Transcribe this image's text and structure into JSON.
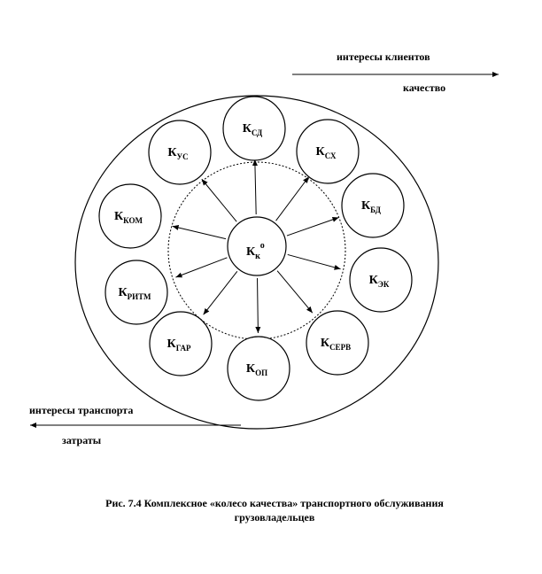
{
  "diagram": {
    "center": {
      "main": "К",
      "sub": "к",
      "sup": "о"
    },
    "nodes": [
      {
        "id": "sd",
        "main": "К",
        "sub": "СД"
      },
      {
        "id": "sx",
        "main": "К",
        "sub": "СХ"
      },
      {
        "id": "bd",
        "main": "К",
        "sub": "БД"
      },
      {
        "id": "ek",
        "main": "К",
        "sub": "ЭК"
      },
      {
        "id": "serv",
        "main": "К",
        "sub": "СЕРВ"
      },
      {
        "id": "op",
        "main": "К",
        "sub": "ОП"
      },
      {
        "id": "gar",
        "main": "К",
        "sub": "ГАР"
      },
      {
        "id": "ritm",
        "main": "К",
        "sub": "РИТМ"
      },
      {
        "id": "kom",
        "main": "К",
        "sub": "КОМ"
      },
      {
        "id": "us",
        "main": "К",
        "sub": "УС"
      }
    ],
    "annotations": {
      "clients": "интересы клиентов",
      "quality": "качество",
      "transport": "интересы транспорта",
      "costs": "затраты"
    }
  },
  "caption": {
    "line1": "Рис. 7.4 Комплексное «колесо качества» транспортного обслуживания",
    "line2": "грузовладельцев"
  }
}
